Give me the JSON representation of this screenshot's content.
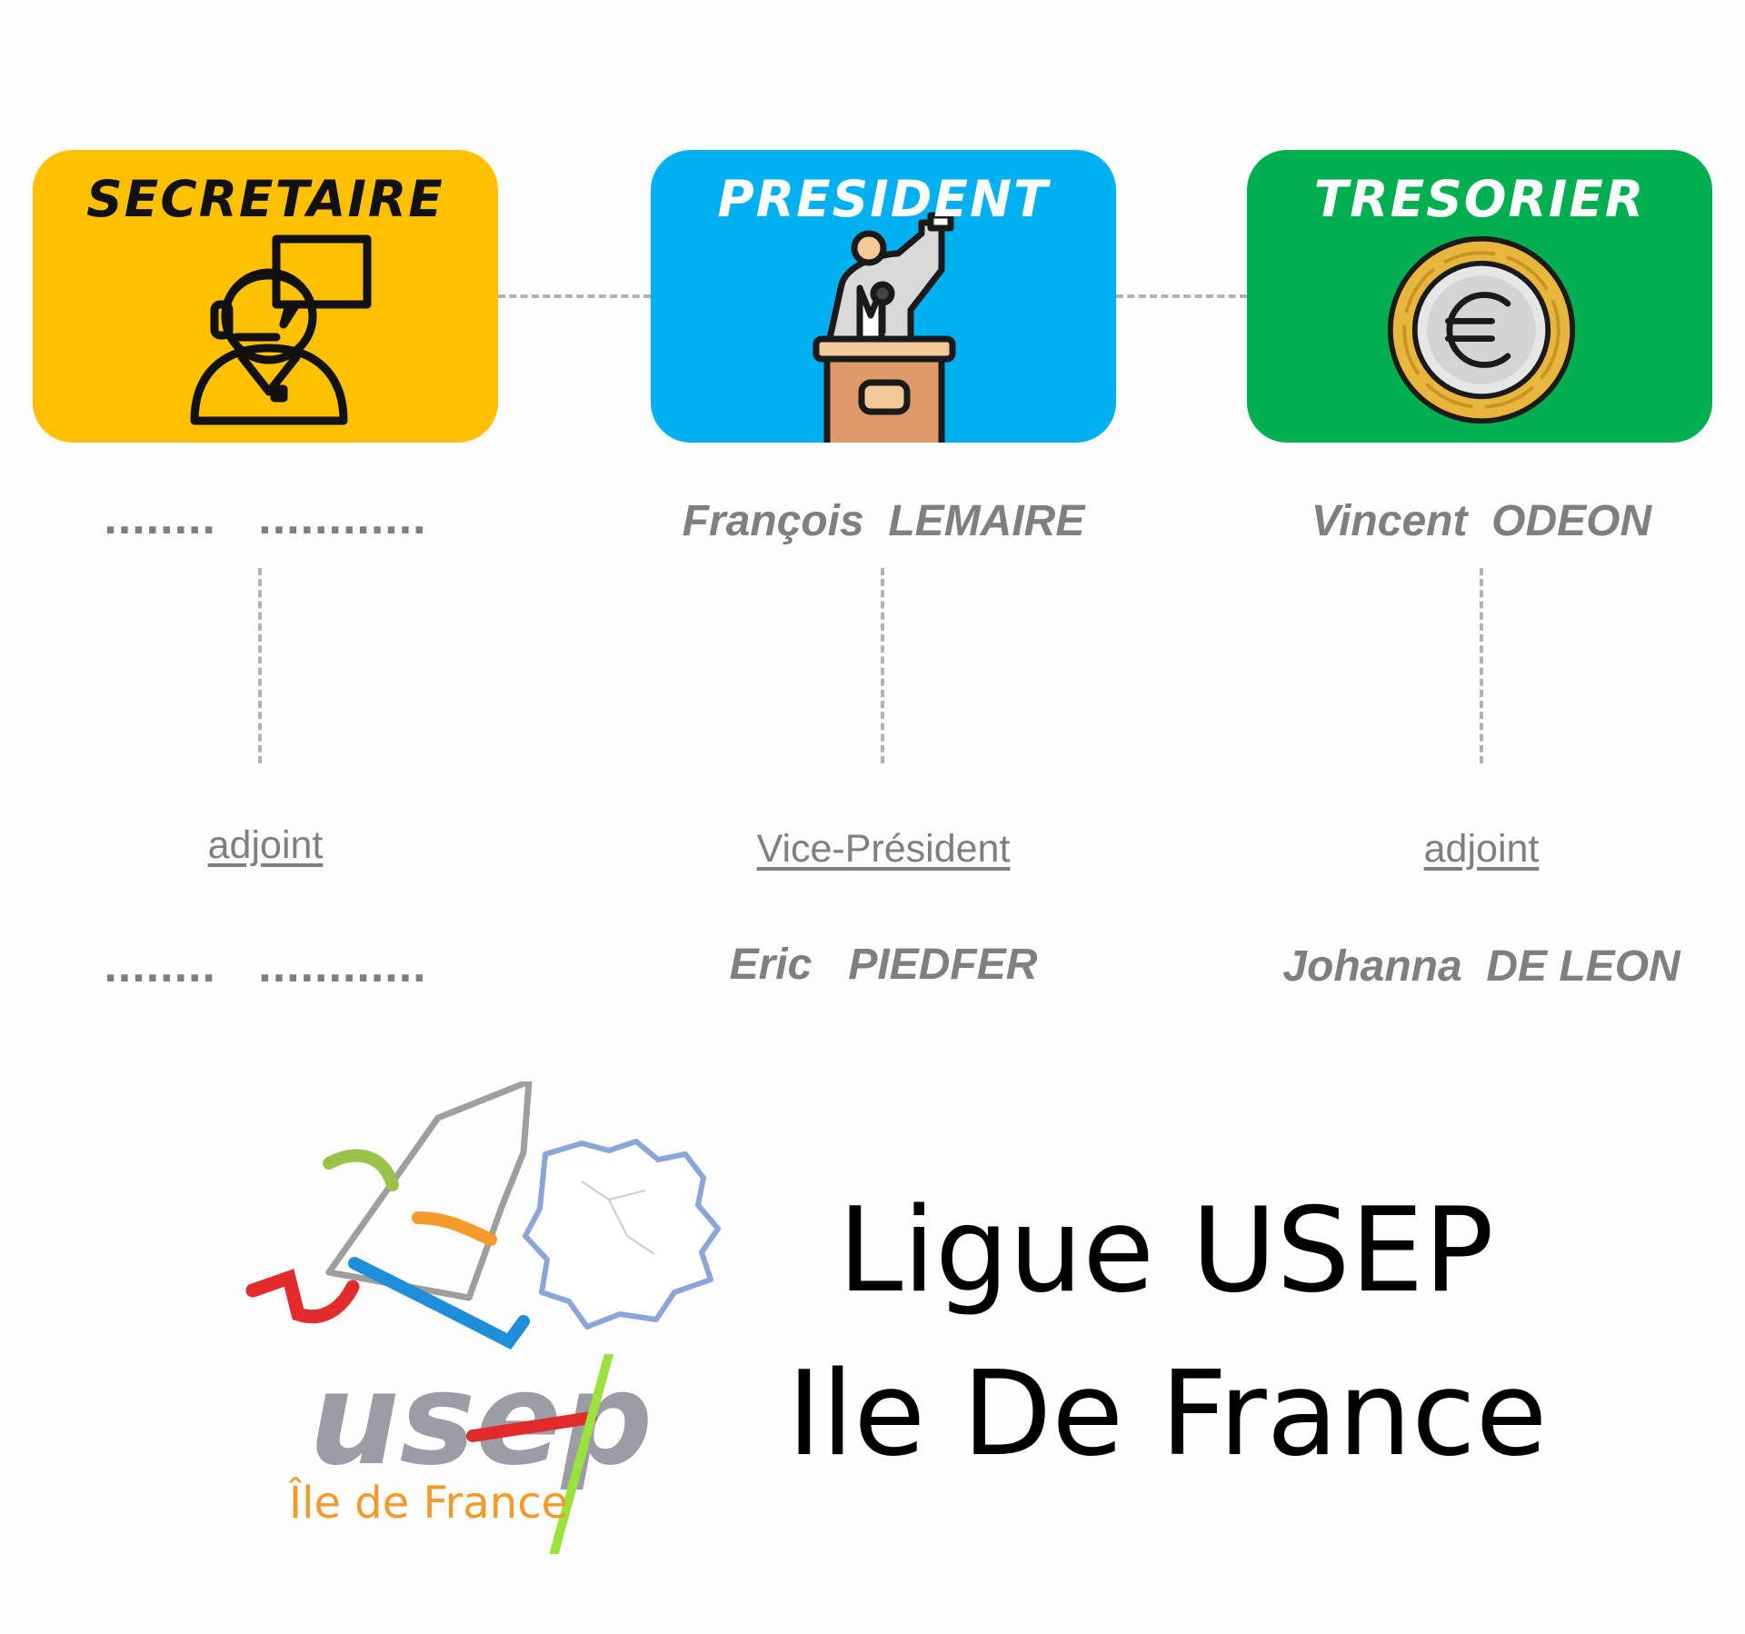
{
  "roles": {
    "secretaire": {
      "title": "SECRETAIRE",
      "name": "........   ............",
      "deputy_label": "adjoint",
      "deputy_name": "........   ............",
      "color": "#ffc000"
    },
    "president": {
      "title": "PRESIDENT",
      "name": "François  LEMAIRE",
      "deputy_label": "Vice-Président",
      "deputy_name": "Eric   PIEDFER",
      "color": "#00b0f0"
    },
    "tresorier": {
      "title": "TRESORIER",
      "name": "Vincent  ODEON",
      "deputy_label": "adjoint",
      "deputy_name": "Johanna  DE LEON",
      "color": "#00b050"
    }
  },
  "icons": {
    "secretaire": "call-center-operator-icon",
    "president": "speaker-at-podium-icon",
    "tresorier": "euro-coin-icon"
  },
  "logo": {
    "wordmark": "usep",
    "region_text": "Île de France",
    "league_line1": "Ligue USEP",
    "league_line2": "Ile De France"
  }
}
